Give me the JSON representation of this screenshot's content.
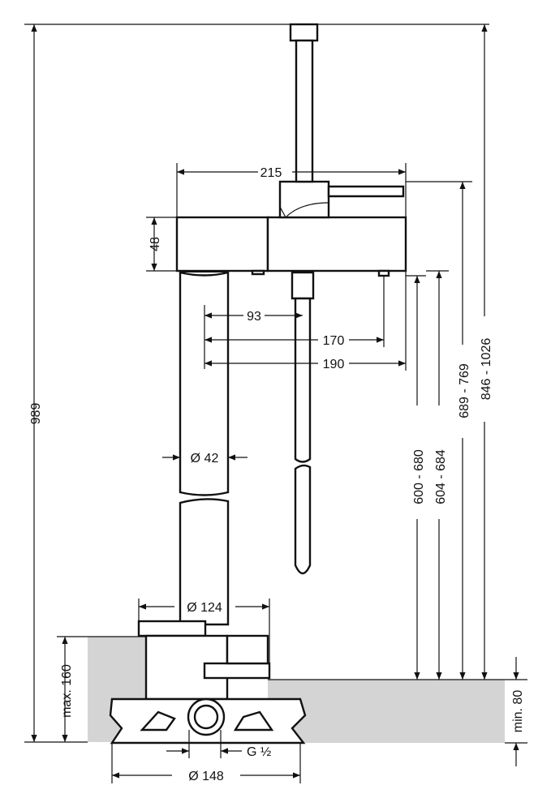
{
  "dimensions": {
    "total_height": "989",
    "spout_width": "215",
    "body_height": "48",
    "offset_93": "93",
    "offset_170": "170",
    "offset_190": "190",
    "pipe_diameter": "Ø 42",
    "flange_diameter": "Ø 124",
    "base_diameter": "Ø 148",
    "connection": "G ½",
    "depth_max": "max. 160",
    "floor_min": "min. 80",
    "range_600_680": "600 - 680",
    "range_604_684": "604 - 684",
    "range_689_769": "689 - 769",
    "range_846_1026": "846 - 1026"
  }
}
